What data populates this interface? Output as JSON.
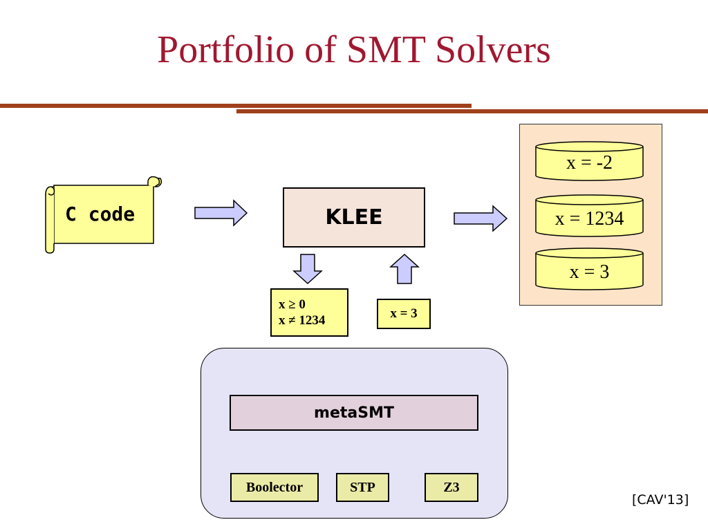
{
  "slide": {
    "title": "Portfolio of SMT Solvers",
    "reference": "[CAV'13]"
  },
  "colors": {
    "title": "#a01830",
    "rule": "#a0401c",
    "scroll_fill": "#ffff99",
    "klee_fill": "#f5e4da",
    "constraint_fill": "#ffff99",
    "solver_panel_fill": "#e4e4f6",
    "metasmt_fill": "#e2d0dc",
    "solver_fill": "#ebeba8",
    "results_panel_fill": "#fde4c8",
    "arrow_fill": "#ccccff"
  },
  "diagram": {
    "source": {
      "label": "C code",
      "icon": "scroll-icon"
    },
    "engine": {
      "label": "KLEE"
    },
    "query": {
      "lines": [
        "x ≥ 0",
        "x ≠ 1234"
      ]
    },
    "answer": {
      "label": "x = 3"
    },
    "portfolio": {
      "label": "metaSMT",
      "solvers": [
        "Boolector",
        "STP",
        "Z3"
      ]
    },
    "results": [
      "x = -2",
      "x = 1234",
      "x = 3"
    ]
  }
}
